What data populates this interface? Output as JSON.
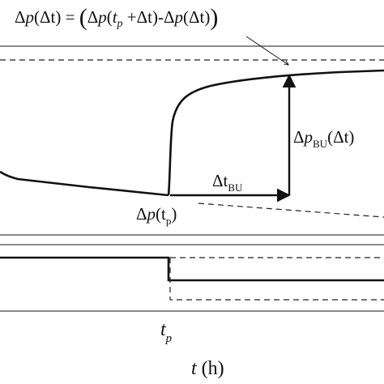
{
  "equation": {
    "lhs_symbol": "Δ",
    "lhs_p": "p",
    "lhs_arg": "(Δt)",
    "eq": " = ",
    "open": "(",
    "mid_symbol": "Δ",
    "mid_p": "p",
    "mid_paren": "(",
    "mid_t": "t",
    "mid_sub": "p",
    "mid_rest": " +Δt)-Δ",
    "end_p": "p",
    "end_arg": "(Δt)",
    "close": ")"
  },
  "labels": {
    "dp_bu_delta": "Δ",
    "dp_bu_p": "p",
    "dp_bu_sub": "BU",
    "dp_bu_arg": "(Δt)",
    "dt_bu_main": "Δt",
    "dt_bu_sub": "BU",
    "dp_tp_delta": "Δ",
    "dp_tp_p": "p",
    "dp_tp_open": "(t",
    "dp_tp_sub": "p",
    "dp_tp_close": ")",
    "tp_main": "t",
    "tp_sub": "p",
    "taxis_t": "t",
    "taxis_unit": " (h)"
  },
  "colors": {
    "ink": "#111111",
    "background": "#ffffff"
  }
}
